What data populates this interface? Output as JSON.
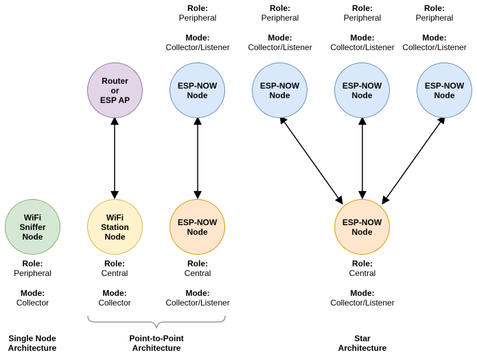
{
  "labels": {
    "role": "Role:",
    "mode": "Mode:"
  },
  "nodes": [
    {
      "id": "router",
      "label": "Router\nor\nESP AP",
      "color": "purple"
    },
    {
      "id": "espnow-top-1",
      "label": "ESP-NOW\nNode",
      "color": "blue",
      "role": "Peripheral",
      "mode": "Collector/Listener"
    },
    {
      "id": "espnow-top-2",
      "label": "ESP-NOW\nNode",
      "color": "blue",
      "role": "Peripheral",
      "mode": "Collector/Listener"
    },
    {
      "id": "espnow-top-3",
      "label": "ESP-NOW\nNode",
      "color": "blue",
      "role": "Peripheral",
      "mode": "Collector/Listener"
    },
    {
      "id": "espnow-top-4",
      "label": "ESP-NOW\nNode",
      "color": "blue",
      "role": "Peripheral",
      "mode": "Collector/Listener"
    },
    {
      "id": "sniffer",
      "label": "WiFi\nSniffer\nNode",
      "color": "green",
      "role": "Peripheral",
      "mode": "Collector"
    },
    {
      "id": "station",
      "label": "WiFi\nStation\nNode",
      "color": "yellow",
      "role": "Central",
      "mode": "Collector"
    },
    {
      "id": "espnow-p2p-central",
      "label": "ESP-NOW\nNode",
      "color": "orange",
      "role": "Central",
      "mode": "Collector/Listener"
    },
    {
      "id": "espnow-star-central",
      "label": "ESP-NOW\nNode",
      "color": "orange",
      "role": "Central",
      "mode": "Collector/Listener"
    }
  ],
  "architectures": [
    {
      "id": "single",
      "label": "Single Node\nArchitecture"
    },
    {
      "id": "p2p",
      "label": "Point-to-Point\nArchitecture"
    },
    {
      "id": "star",
      "label": "Star\nArchitecture"
    }
  ],
  "colors": {
    "purple_fill": "#e1d5e7",
    "purple_stroke": "#9673a6",
    "blue_fill": "#dae8fc",
    "blue_stroke": "#6c8ebf",
    "green_fill": "#d5e8d4",
    "green_stroke": "#82b366",
    "yellow_fill": "#fff2cc",
    "yellow_stroke": "#d6b656",
    "orange_fill": "#ffe6cc",
    "orange_stroke": "#d79b00",
    "edge": "#000000",
    "brace": "#999999"
  },
  "edges": [
    {
      "from": "router",
      "to": "station",
      "arrows": "both"
    },
    {
      "from": "espnow-top-1",
      "to": "espnow-p2p-central",
      "arrows": "both"
    },
    {
      "from": "espnow-top-2",
      "to": "espnow-star-central",
      "arrows": "both"
    },
    {
      "from": "espnow-top-3",
      "to": "espnow-star-central",
      "arrows": "both"
    },
    {
      "from": "espnow-top-4",
      "to": "espnow-star-central",
      "arrows": "both"
    }
  ]
}
